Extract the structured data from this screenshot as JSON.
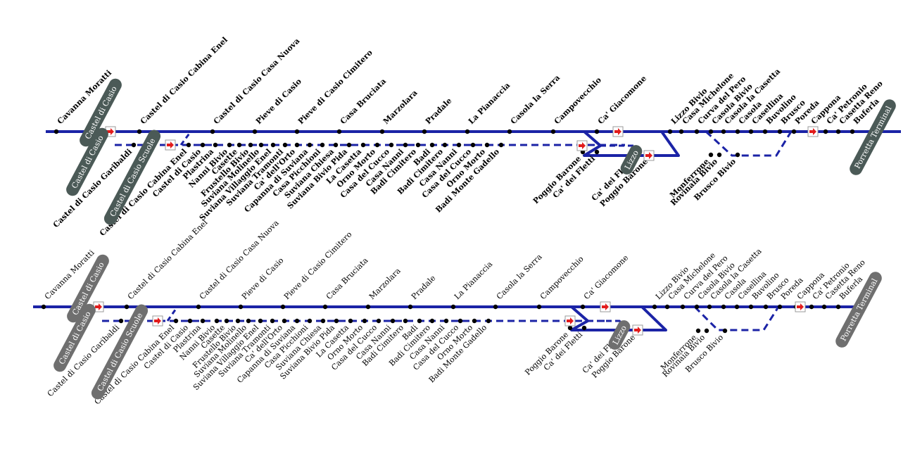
{
  "colors": {
    "line": "#1b23a6",
    "station": "#000000",
    "pill_top": "#4b5a57",
    "pill_bottom": "#6f6f6f",
    "signal": "#e21c1c"
  },
  "diagrams": [
    {
      "name": "top",
      "bold": true,
      "upper_labels": [
        "Cavanna Moratti",
        "Castel di Casio Cabina Enel",
        "Castel di Casio Casa Nuova",
        "Pieve di Casio",
        "Pieve di Casio Cimitero",
        "Casa Bruciata",
        "Marzolara",
        "Pradale",
        "La Pianaccia",
        "Casola la Serra",
        "Campovecchio",
        "Ca' Giacomone",
        "Lizzo Bivio",
        "Casa Michelone",
        "Curva del Pero",
        "Casola Bivio",
        "Casola la Casetta",
        "Casola",
        "Casellina",
        "Buvolino",
        "Brusco",
        "Poreda",
        "Cappona",
        "Ca' Petronio",
        "Casetta Reno",
        "Buferla"
      ],
      "lower_labels": [
        "Castel di Casio Garibaldi",
        "Castel di Casio Cabina Enel",
        "Castel di Casio",
        "Plastrina",
        "Nanni Bivio",
        "Casette",
        "Frustello Bivio",
        "Suviana Molinello",
        "Suviana Villaggio Enel",
        "Suviana Tramonti",
        "Ca' dell'Orto",
        "Capanna di Suviana",
        "Casa Picchioni",
        "Suviana Chiesa",
        "Suviana Bivio Pida",
        "La Casetta",
        "Orno Morto",
        "Casa del Cucco",
        "Casa Nanni",
        "Badi Cimitero",
        "Badi",
        "Badi Cimitero",
        "Casa Nanni",
        "Casa del Cucco",
        "Orno Morto",
        "Badi Monte Gadello",
        "Poggio Barone",
        "Ca' dei Fletti",
        "Ca' dei Fletti",
        "Poggio Barone",
        "Monferrone",
        "Rovinaia Bivio",
        "Brusco Bivio"
      ],
      "pills": [
        "Castel di Casio",
        "Castel di Casio",
        "Castel di Casio Scuole",
        "Lizzo",
        "Porretta Terminal"
      ]
    },
    {
      "name": "bottom",
      "bold": false,
      "upper_labels": [
        "Cavanna Moratti",
        "Castel di Casio Cabina Enel",
        "Castel di Casio Casa Nuova",
        "Pieve di Casio",
        "Pieve di Casio Cimitero",
        "Casa Bruciata",
        "Marzolara",
        "Pradale",
        "La Pianaccia",
        "Casola la Serra",
        "Campovecchio",
        "Ca' Giacomone",
        "Lizzo Bivio",
        "Casa Michelone",
        "Curva del Pero",
        "Casola Bivio",
        "Casola la Casetta",
        "Casola",
        "Casellina",
        "Buvolino",
        "Brusco",
        "Poreda",
        "Cappona",
        "Ca' Petronio",
        "Casetta Reno",
        "Buferla"
      ],
      "lower_labels": [
        "Castel di Casio Garibaldi",
        "Castel di Casio Cabina Enel",
        "Castel di Casio",
        "Plastrina",
        "Nanni Bivio",
        "Casette",
        "Frustello Bivio",
        "Suviana Molinello",
        "Suviana Villaggio Enel",
        "Suviana Tramonti",
        "Ca' dell'Orto",
        "Capanna di Suviana",
        "Casa Picchioni",
        "Suviana Chiesa",
        "Suviana Bivio Pida",
        "La Casetta",
        "Orno Morto",
        "Casa del Cucco",
        "Casa Nanni",
        "Badi Cimitero",
        "Badi",
        "Badi Cimitero",
        "Casa Nanni",
        "Casa del Cucco",
        "Orno Morto",
        "Badi Monte Gadello",
        "Poggio Barone",
        "Ca' dei Fletti",
        "Ca' dei Fletti",
        "Poggio Barone",
        "Monferrone",
        "Rovinaia Bivio",
        "Brusco Bivio"
      ],
      "pills": [
        "Castel di Casio",
        "Castel di Casio",
        "Castel di Casio Scuole",
        "Lizzo",
        "Porretta Terminal"
      ]
    }
  ]
}
